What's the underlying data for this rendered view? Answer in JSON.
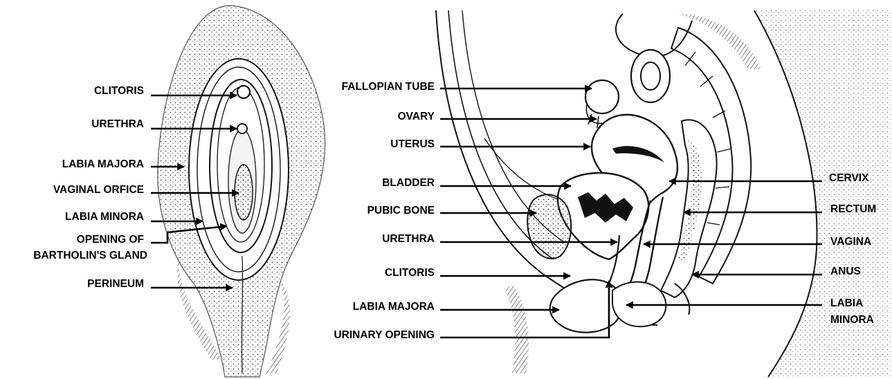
{
  "figure": {
    "external_view": {
      "labels": [
        {
          "id": "clitoris",
          "text": "CLITORIS"
        },
        {
          "id": "urethra",
          "text": "URETHRA"
        },
        {
          "id": "labia-majora",
          "text": "LABIA MAJORA"
        },
        {
          "id": "vaginal-orfice",
          "text": "VAGINAL ORFICE"
        },
        {
          "id": "labia-minora",
          "text": "LABIA MINORA"
        },
        {
          "id": "bartholin-1",
          "text": "OPENING OF"
        },
        {
          "id": "bartholin-2",
          "text": "BARTHOLIN'S GLAND"
        },
        {
          "id": "perineum",
          "text": "PERINEUM"
        }
      ]
    },
    "sagittal_view": {
      "left_labels": [
        {
          "id": "fallopian-tube",
          "text": "FALLOPIAN TUBE"
        },
        {
          "id": "ovary",
          "text": "OVARY"
        },
        {
          "id": "uterus",
          "text": "UTERUS"
        },
        {
          "id": "bladder",
          "text": "BLADDER"
        },
        {
          "id": "pubic-bone",
          "text": "PUBIC BONE"
        },
        {
          "id": "urethra-2",
          "text": "URETHRA"
        },
        {
          "id": "clitoris-2",
          "text": "CLITORIS"
        },
        {
          "id": "labia-majora-2",
          "text": "LABIA MAJORA"
        },
        {
          "id": "urinary-opening",
          "text": "URINARY OPENING"
        }
      ],
      "right_labels": [
        {
          "id": "cervix",
          "text": "CERVIX"
        },
        {
          "id": "rectum",
          "text": "RECTUM"
        },
        {
          "id": "vagina",
          "text": "VAGINA"
        },
        {
          "id": "anus",
          "text": "ANUS"
        },
        {
          "id": "labia-minora-2a",
          "text": "LABIA"
        },
        {
          "id": "labia-minora-2b",
          "text": "MINORA"
        }
      ]
    }
  }
}
